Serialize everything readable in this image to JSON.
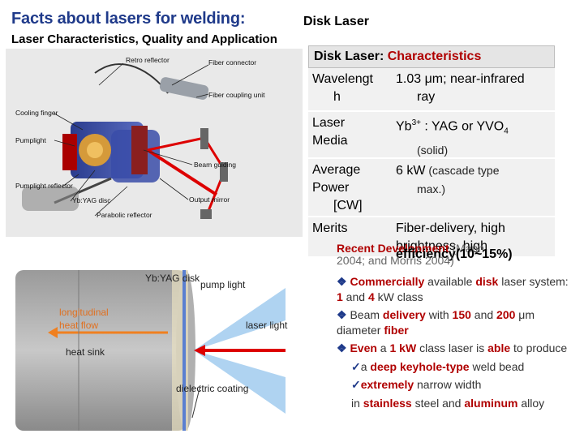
{
  "header": {
    "title": "Facts about lasers for welding:",
    "title_suffix": "Disk Laser",
    "subtitle": "Laser Characteristics, Quality and Application"
  },
  "diagram1": {
    "labels": {
      "retro_reflector": "Retro reflector",
      "fiber_connector": "Fiber connector",
      "fiber_coupling_unit": "Fiber coupling unit",
      "cooling_finger": "Cooling finger",
      "pumplight": "Pumplight",
      "beam_guiding": "Beam guiding",
      "pumplight_reflector": "Pumplight reflector",
      "output_mirror": "Output mirror",
      "disc": "Yb:YAG disc",
      "parabolic_reflector": "Parabolic reflector"
    }
  },
  "diagram2": {
    "labels": {
      "disk": "Yb:YAG disk",
      "pump_light": "pump light",
      "longitudinal": "longitudinal",
      "heat_flow": "heat flow",
      "laser_light": "laser light",
      "heat_sink": "heat sink",
      "coating": "dielectric coating"
    }
  },
  "table": {
    "header_prefix": "Disk Laser: ",
    "header_highlight": "Characteristics",
    "rows": [
      {
        "key1": "Wavelengt",
        "key2": "h",
        "val1": "1.03 μm; near-infrared",
        "val2": "ray"
      },
      {
        "key1": "Laser",
        "key2": "Media",
        "val1a": "Yb",
        "val1sup": "3+",
        "val1b": " : YAG or YVO",
        "val1sub": "4",
        "val2": "(solid)"
      },
      {
        "key1": "Average",
        "key2": "Power",
        "key3": "[CW]",
        "val1a": "6 kW",
        "val1b": " (cascade type",
        "val2": "max.)"
      },
      {
        "key1": "Merits",
        "val1": "Fiber-delivery, high",
        "val2": "brightness, high"
      }
    ]
  },
  "recent": {
    "label": "Recent Development",
    "cite": " (Mann",
    "overlap_text": "efficiency(10~15%)",
    "cite2": "2004; and Morris 2004)"
  },
  "notes": [
    [
      "Commercially",
      " available ",
      "disk",
      " laser  system: ",
      "1",
      " and ",
      "4",
      " kW class"
    ],
    [
      "Beam ",
      "delivery",
      " with ",
      "150",
      " and ",
      "200",
      " μm  diameter ",
      "fiber"
    ],
    [
      "Even",
      " a ",
      "1 kW",
      " class laser is ",
      "able",
      " to produce"
    ],
    [
      "a ",
      "deep keyhole-type",
      " weld bead"
    ],
    [
      "extremely",
      " narrow width"
    ],
    [
      "in ",
      "stainless",
      " steel and ",
      "aluminum",
      " alloy"
    ]
  ],
  "colors": {
    "title": "#1f3a8a",
    "accent_red": "#b00000",
    "table_bg": "#f1f1f1"
  }
}
